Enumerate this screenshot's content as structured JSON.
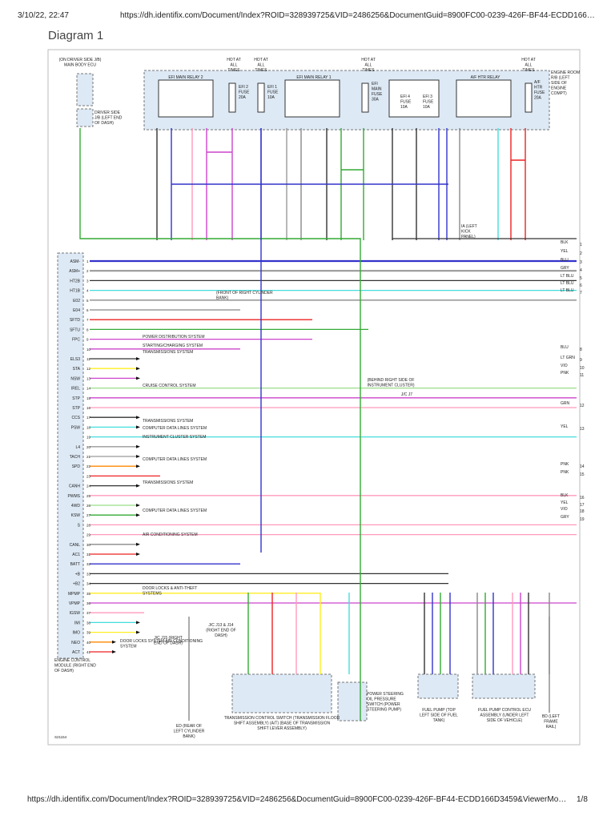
{
  "header": {
    "date": "3/10/22, 22:47",
    "url": "https://dh.identifix.com/Document/Index?ROID=328939725&VID=2486256&DocumentGuid=8900FC00-0239-426F-BF44-ECDD166…"
  },
  "title": "Diagram 1",
  "footer": {
    "url": "https://dh.identifix.com/Document/Index?ROID=328939725&VID=2486256&DocumentGuid=8900FC00-0239-426F-BF44-ECDD166D3459&ViewerMo…",
    "page": "1/8"
  },
  "colors": {
    "blu": "#3333cc",
    "grn": "#33aa33",
    "yel": "#ffee22",
    "vio": "#cc44cc",
    "red": "#ee2222",
    "ltblu": "#44dddd",
    "pnk": "#ff99bb",
    "blk": "#333333",
    "gry": "#999999",
    "ltgrn": "#99dd88",
    "org": "#ff8800",
    "whtblk": "#888888",
    "box": "#dde9f5"
  },
  "diagram": {
    "drv_jb": "(ON DRIVER SIDE J/B) MAIN BODY ECU",
    "drv_jb_left": "DRIVER SIDE J/B (LEFT END OF DASH)",
    "engine_rb": "ENGINE ROOM R/B (LEFT SIDE OF ENGINE COMPT)",
    "hot": "HOT AT ALL TIMES",
    "relay2": "EFI MAIN RELAY 2",
    "relay1": "EFI MAIN RELAY 1",
    "htr_relay": "A/F HTR RELAY",
    "fuse_efi2": "EFI 2 FUSE 20A",
    "fuse_efi1": "EFI 1 FUSE 10A",
    "fuse_main": "EFI MAIN FUSE 30A",
    "fuse_efi4": "EFI 4 FUSE 10A",
    "fuse_efi3": "EFI 3 FUSE 10A",
    "fuse_htr": "A/F HTR FUSE 20A",
    "ground_ia": "IA (LEFT KICK PANEL)",
    "ecm": "ENGINE CONTROL MODULE (RIGHT END OF DASH)",
    "front_cyl": "(FRONT OF RIGHT CYLINDER BANK)",
    "behind_cluster": "(BEHIND RIGHT SIDE OF INSTRUMENT CLUSTER)",
    "jc_j7": "J/C J7",
    "jc_j15": "J/C J15 (RIGHT END OF DASH)",
    "jc_j13": "J/C J13 & J14 (RIGHT END OF DASH)",
    "ed": "ED (REAR OF LEFT CYLINDER BANK)",
    "bd": "BD (LEFT FRAME RAIL)",
    "tcs": "TRANSMISSION CONTROL SWITCH (TRANSMISSION FLOOR SHIFT ASSEMBLY) (A/T) (BASE OF TRANSMISSION SHIFT LEVER ASSEMBLY)",
    "ps_switch": "POWER STEERING OIL PRESSURE SWITCH (POWER STEERING PUMP)",
    "fuel_pump": "FUEL PUMP (TOP LEFT SIDE OF FUEL TANK)",
    "fp_ecu": "FUEL PUMP CONTROL ECU ASSEMBLY (UNDER LEFT SIDE OF VEHICLE)",
    "code": "S21154",
    "ecm_pins": [
      "ASM-",
      "ASM+",
      "HT2B",
      "HT1B",
      "E02",
      "E04",
      "SFTD",
      "SFTU",
      "FPC",
      "",
      "ELS3",
      "STA",
      "NSW",
      "IREL",
      "STP",
      "STP",
      "CCS",
      "PSW",
      "",
      "L4",
      "TACH",
      "SPD",
      "",
      "CANH",
      "PWMS",
      "4WD",
      "KSW",
      "S",
      "",
      "CANL",
      "AC1",
      "BATT",
      "+B",
      "+B2",
      "MPMP",
      "VPMP",
      "IGSW",
      "IMI",
      "IMO",
      "NEO",
      "ACT"
    ],
    "systems": [
      "POWER DISTRIBUTION SYSTEM",
      "STARTING/CHARGING SYSTEM",
      "TRANSMISSIONS SYSTEM",
      "CRUISE CONTROL SYSTEM",
      "TRANSMISSIONS SYSTEM",
      "COMPUTER DATA LINES SYSTEM",
      "INSTRUMENT CLUSTER SYSTEM",
      "COMPUTER DATA LINES SYSTEM",
      "TRANSMISSIONS SYSTEM",
      "COMPUTER DATA LINES SYSTEM",
      "AIR CONDITIONING SYSTEM",
      "DOOR LOCKS & ANTI-THEFT SYSTEMS",
      "DOOR LOCKS SYSTEM AIR CONDITIONING SYSTEM"
    ],
    "right_nums": [
      "1",
      "2",
      "3",
      "4",
      "5",
      "6",
      "7",
      "8",
      "9",
      "10",
      "11",
      "12",
      "13",
      "14",
      "15",
      "16",
      "17",
      "18",
      "19"
    ],
    "right_colors": [
      "BLK",
      "YEL",
      "BLU",
      "GRY",
      "LT BLU",
      "LT BLU",
      "LT BLU",
      "BLU",
      "LT GRN",
      "VIO",
      "PNK",
      "GRN",
      "YEL",
      "PNK",
      "PNK",
      "BLK",
      "YEL",
      "VIO",
      "GRY"
    ]
  }
}
